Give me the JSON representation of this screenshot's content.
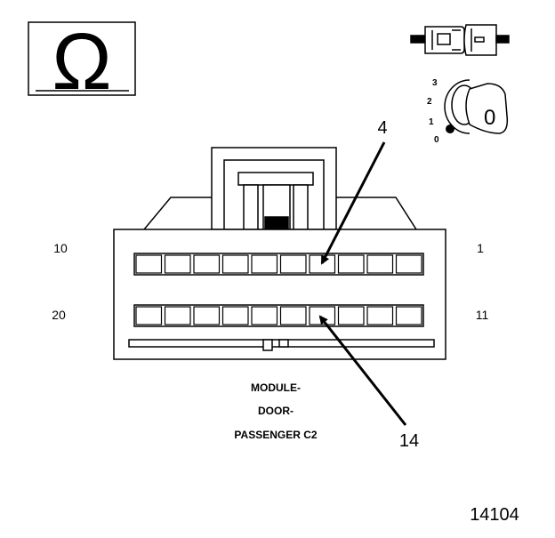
{
  "symbol": {
    "glyph": "Ω",
    "name": "ohm-symbol-icon"
  },
  "ignition": {
    "positions": [
      "3",
      "2",
      "1",
      "0"
    ],
    "key_label": "0"
  },
  "callouts": {
    "top": "4",
    "bottom": "14"
  },
  "pins": {
    "top_left": "10",
    "top_right": "1",
    "bottom_left": "20",
    "bottom_right": "11"
  },
  "connector": {
    "cavities_per_row": 10,
    "label_lines": [
      "MODULE-",
      "DOOR-",
      "PASSENGER C2"
    ]
  },
  "figure_number": "14104"
}
